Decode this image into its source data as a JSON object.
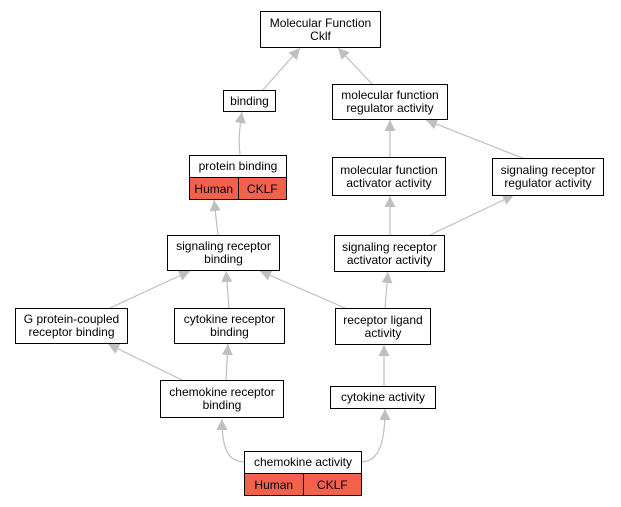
{
  "graph": {
    "edge_color": "#bfbfbf",
    "highlight_color": "#f4614a",
    "nodes": {
      "mf_cklf": {
        "line1": "Molecular Function",
        "line2": "Cklf"
      },
      "binding": {
        "line1": "binding"
      },
      "mf_regulator": {
        "line1": "molecular function",
        "line2": "regulator activity"
      },
      "protein_binding": {
        "line1": "protein binding",
        "tag1": "Human",
        "tag2": "CKLF"
      },
      "mf_activator": {
        "line1": "molecular function",
        "line2": "activator activity"
      },
      "sig_rec_regulator": {
        "line1": "signaling receptor",
        "line2": "regulator activity"
      },
      "sig_rec_binding": {
        "line1": "signaling receptor",
        "line2": "binding"
      },
      "sig_rec_activator": {
        "line1": "signaling receptor",
        "line2": "activator activity"
      },
      "gpcr_binding": {
        "line1": "G protein-coupled",
        "line2": "receptor binding"
      },
      "cytokine_rec_binding": {
        "line1": "cytokine receptor",
        "line2": "binding"
      },
      "receptor_ligand": {
        "line1": "receptor ligand",
        "line2": "activity"
      },
      "chemokine_rec_binding": {
        "line1": "chemokine receptor",
        "line2": "binding"
      },
      "cytokine_activity": {
        "line1": "cytokine activity"
      },
      "chemokine_activity": {
        "line1": "chemokine activity",
        "tag1": "Human",
        "tag2": "CKLF"
      }
    }
  }
}
